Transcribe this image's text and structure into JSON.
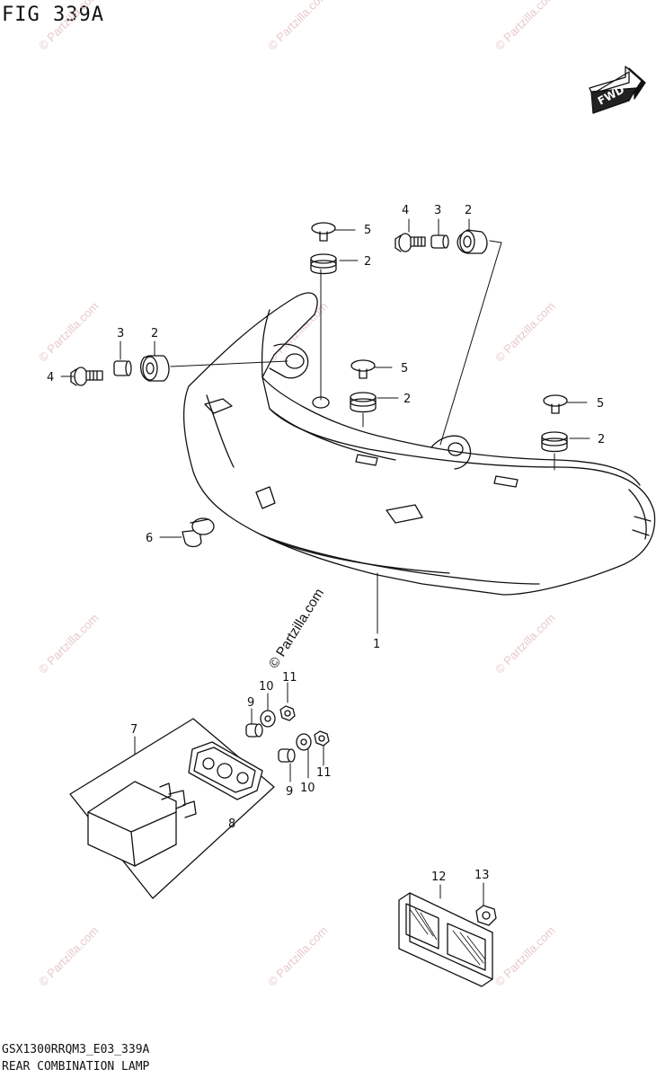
{
  "figure": {
    "title": "FIG 339A",
    "code": "GSX1300RRQM3_E03_339A",
    "name": "REAR COMBINATION LAMP",
    "fwd_label": "FWD"
  },
  "watermark": {
    "text": "© Partzilla.com",
    "main_text": "© Partzilla.com"
  },
  "callouts": [
    {
      "id": "c5a",
      "label": "5",
      "part": "rivet"
    },
    {
      "id": "c2a",
      "label": "2",
      "part": "grommet"
    },
    {
      "id": "c4a",
      "label": "4",
      "part": "bolt"
    },
    {
      "id": "c3a",
      "label": "3",
      "part": "collar"
    },
    {
      "id": "c2b",
      "label": "2",
      "part": "grommet"
    },
    {
      "id": "c4b",
      "label": "4",
      "part": "bolt"
    },
    {
      "id": "c3b",
      "label": "3",
      "part": "collar"
    },
    {
      "id": "c2c",
      "label": "2",
      "part": "grommet"
    },
    {
      "id": "c5b",
      "label": "5",
      "part": "rivet"
    },
    {
      "id": "c2d",
      "label": "2",
      "part": "grommet"
    },
    {
      "id": "c5c",
      "label": "5",
      "part": "rivet"
    },
    {
      "id": "c2e",
      "label": "2",
      "part": "grommet"
    },
    {
      "id": "c6",
      "label": "6",
      "part": "clip"
    },
    {
      "id": "c1",
      "label": "1",
      "part": "rear combination lamp"
    },
    {
      "id": "c10a",
      "label": "10",
      "part": "washer"
    },
    {
      "id": "c11a",
      "label": "11",
      "part": "nut"
    },
    {
      "id": "c9a",
      "label": "9",
      "part": "cushion"
    },
    {
      "id": "c7",
      "label": "7",
      "part": "lamp assembly"
    },
    {
      "id": "c8",
      "label": "8",
      "part": "gasket"
    },
    {
      "id": "c9b",
      "label": "9",
      "part": "cushion"
    },
    {
      "id": "c10b",
      "label": "10",
      "part": "washer"
    },
    {
      "id": "c11b",
      "label": "11",
      "part": "nut"
    },
    {
      "id": "c12",
      "label": "12",
      "part": "reflector"
    },
    {
      "id": "c13",
      "label": "13",
      "part": "nut"
    }
  ]
}
